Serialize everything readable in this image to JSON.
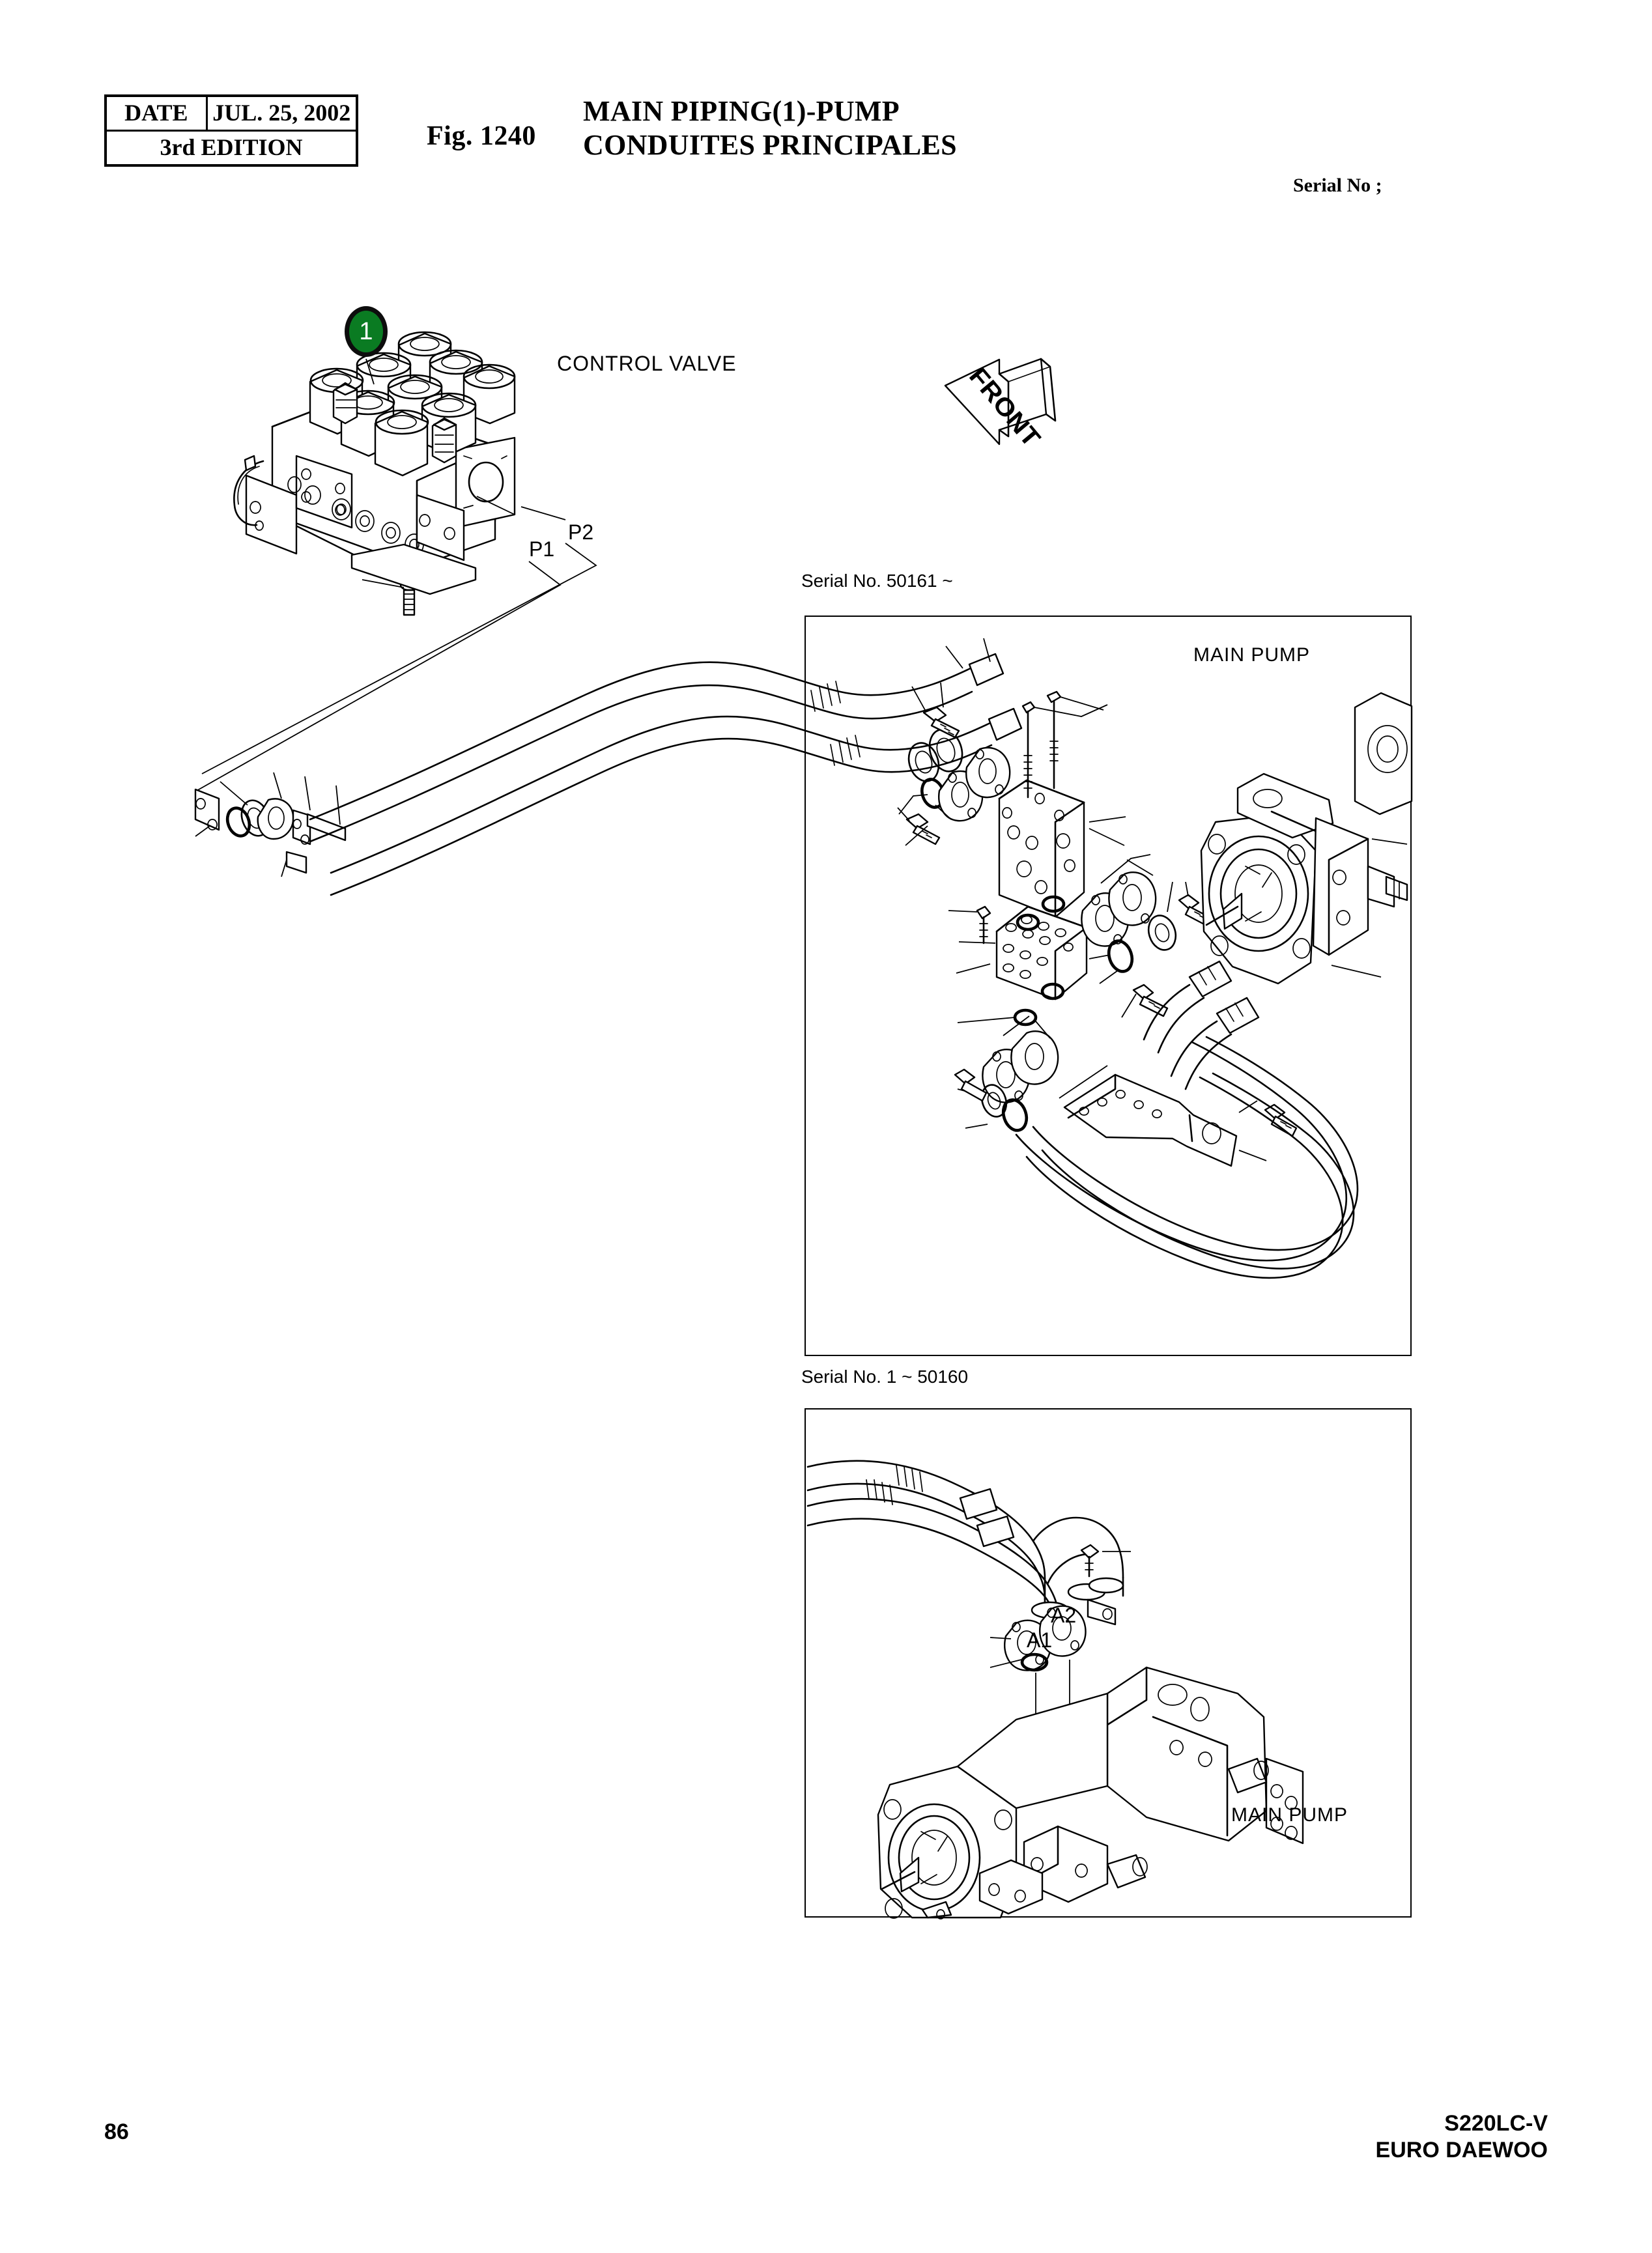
{
  "header": {
    "revision_box": {
      "date_label": "DATE",
      "date_value": "JUL. 25, 2002",
      "edition": "3rd  EDITION"
    },
    "figure_number": "Fig. 1240",
    "title_en": "MAIN PIPING(1)-PUMP",
    "title_fr": "CONDUITES PRINCIPALES",
    "serial_no_field": "Serial No ;"
  },
  "diagram": {
    "callouts": [
      {
        "number": "1",
        "target": "control-valve",
        "color": "#0a7b22"
      }
    ],
    "labels": {
      "control_valve": "CONTROL VALVE",
      "main_pump_upper": "MAIN PUMP",
      "main_pump_lower": "MAIN PUMP",
      "front_arrow": "FRONT",
      "port_p1": "P1",
      "port_p2": "P2",
      "port_a1": "A1",
      "port_a2": "A2"
    },
    "panels": [
      {
        "name": "upper-variant",
        "caption": "Serial No. 50161 ~"
      },
      {
        "name": "lower-variant",
        "caption": "Serial No. 1 ~ 50160"
      }
    ]
  },
  "footer": {
    "page_number": "86",
    "model": "S220LC-V",
    "company": "EURO DAEWOO"
  }
}
